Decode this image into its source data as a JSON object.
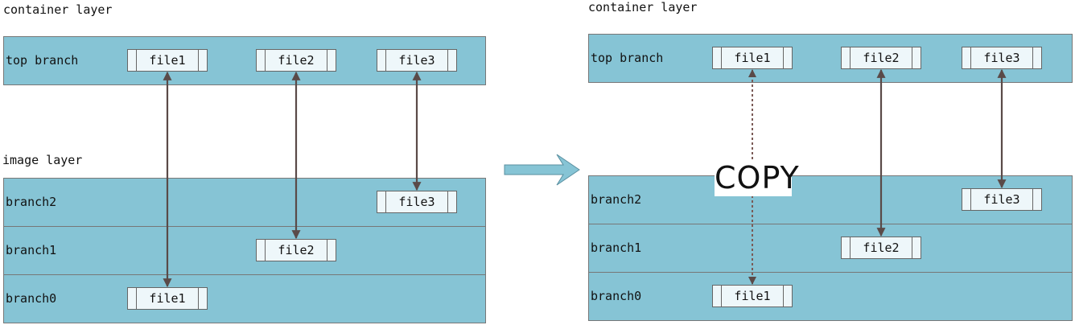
{
  "left": {
    "container_title": "container layer",
    "image_title": "image layer",
    "top_branch": {
      "label": "top branch",
      "files": [
        "file1",
        "file2",
        "file3"
      ]
    },
    "branch2": {
      "label": "branch2",
      "file": "file3"
    },
    "branch1": {
      "label": "branch1",
      "file": "file2"
    },
    "branch0": {
      "label": "branch0",
      "file": "file1"
    }
  },
  "right": {
    "container_title": "container layer",
    "top_branch": {
      "label": "top branch",
      "files": [
        "file1",
        "file2",
        "file3"
      ]
    },
    "branch2": {
      "label": "branch2",
      "file": "file3"
    },
    "branch1": {
      "label": "branch1",
      "file": "file2"
    },
    "branch0": {
      "label": "branch0",
      "file": "file1"
    },
    "copy_label": "COPY"
  },
  "colors": {
    "band_fill": "#86c4d5",
    "file_fill": "#eef7fa",
    "arrow": "#5a4a48",
    "transition_arrow": "#86c4d5"
  },
  "icons": {
    "transition": "right-arrow-icon"
  }
}
